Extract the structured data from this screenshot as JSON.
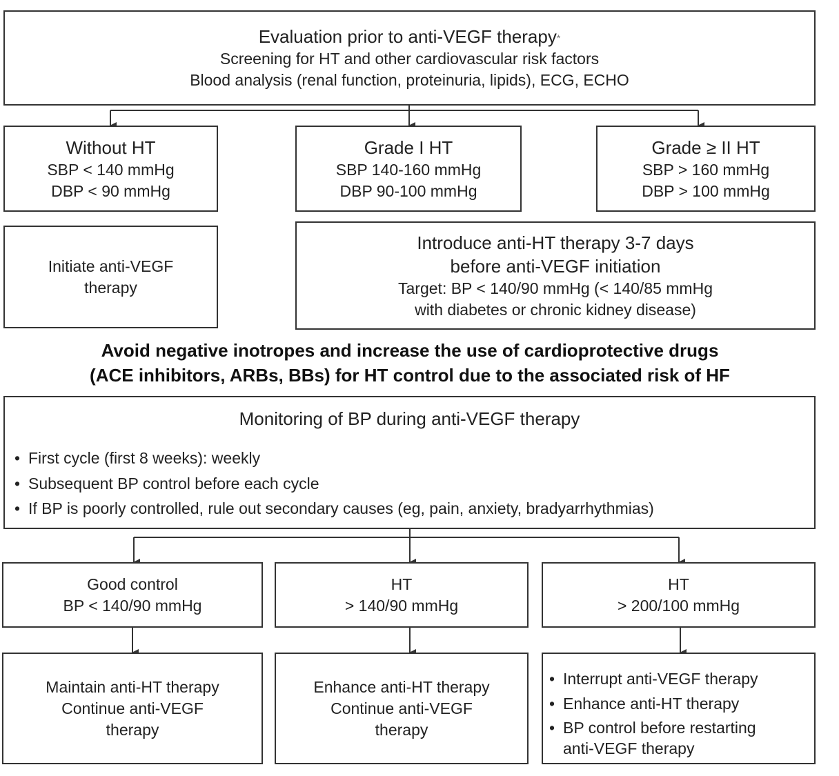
{
  "evaluation": {
    "title": "Evaluation prior to anti-VEGF therapy",
    "title_mark": "*",
    "lines": [
      "Screening for HT and other cardiovascular risk factors",
      "Blood analysis (renal function, proteinuria, lipids), ECG, ECHO"
    ]
  },
  "categories": [
    {
      "title": "Without HT",
      "sbp": "SBP < 140 mmHg",
      "dbp": "DBP < 90 mmHg"
    },
    {
      "title": "Grade I HT",
      "sbp": "SBP 140-160 mmHg",
      "dbp": "DBP 90-100 mmHg"
    },
    {
      "title": "Grade ≥ II HT",
      "sbp": "SBP > 160 mmHg",
      "dbp": "DBP > 100 mmHg"
    }
  ],
  "initiate": {
    "lines": [
      "Initiate anti-VEGF",
      "therapy"
    ]
  },
  "introduce": {
    "lines": [
      "Introduce anti-HT therapy 3-7 days",
      "before anti-VEGF initiation"
    ],
    "target_lines": [
      "Target: BP < 140/90 mmHg (< 140/85 mmHg",
      "with diabetes or chronic kidney disease)"
    ]
  },
  "avoid_note": {
    "lines": [
      "Avoid negative inotropes and increase the use of cardioprotective drugs",
      "(ACE inhibitors, ARBs, BBs) for HT control due to the associated risk of HF"
    ]
  },
  "monitoring": {
    "title": "Monitoring of BP during anti-VEGF therapy",
    "bullets": [
      "First cycle (first 8 weeks): weekly",
      "Subsequent BP control before each cycle",
      "If BP is poorly controlled, rule out secondary causes (eg, pain, anxiety, bradyarrhythmias)"
    ]
  },
  "outcomes": [
    {
      "lines": [
        "Good control",
        "BP < 140/90 mmHg"
      ]
    },
    {
      "lines": [
        "HT",
        "> 140/90 mmHg"
      ]
    },
    {
      "lines": [
        "HT",
        "> 200/100 mmHg"
      ]
    }
  ],
  "actions": {
    "good": [
      "Maintain anti-HT therapy",
      "Continue anti-VEGF",
      "therapy"
    ],
    "moderate": [
      "Enhance anti-HT therapy",
      "Continue anti-VEGF",
      "therapy"
    ],
    "severe_bullets": [
      "Interrupt anti-VEGF therapy",
      "Enhance anti-HT therapy",
      "BP control before restarting"
    ],
    "severe_continuation": "anti-VEGF therapy"
  },
  "colors": {
    "border": "#333333",
    "text": "#222222",
    "asterisk": "#777777"
  }
}
